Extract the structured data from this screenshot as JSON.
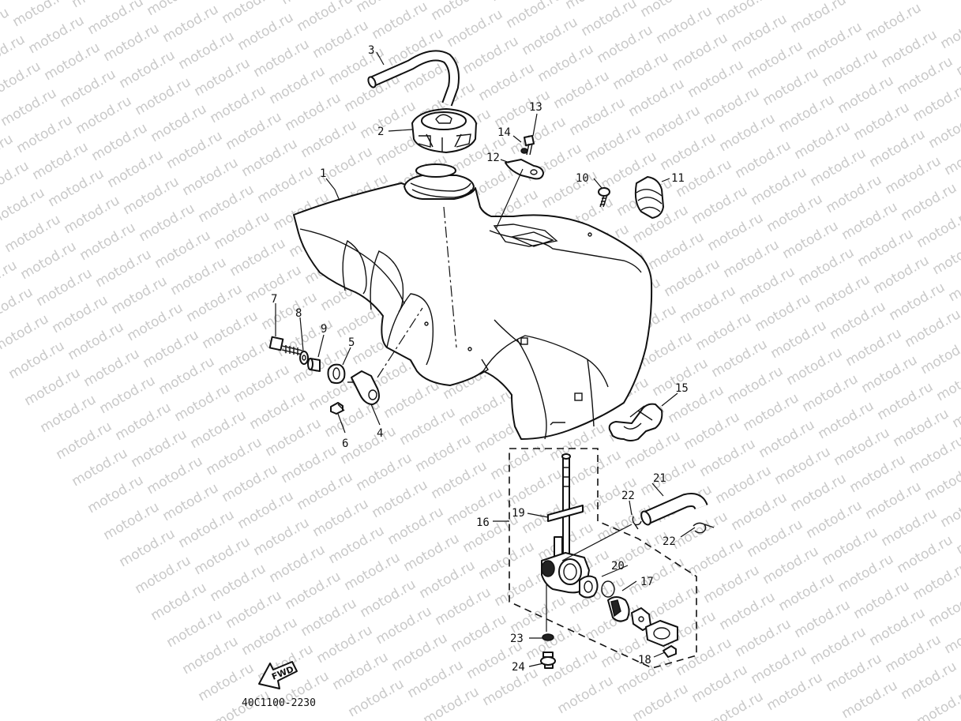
{
  "diagram": {
    "watermark": "motod.ru",
    "drawing_code": "40C1100-2230",
    "fwd_label": "FWD",
    "callouts": [
      {
        "id": "c1",
        "text": "1"
      },
      {
        "id": "c2",
        "text": "2"
      },
      {
        "id": "c3",
        "text": "3"
      },
      {
        "id": "c4",
        "text": "4"
      },
      {
        "id": "c5",
        "text": "5"
      },
      {
        "id": "c6",
        "text": "6"
      },
      {
        "id": "c7",
        "text": "7"
      },
      {
        "id": "c8",
        "text": "8"
      },
      {
        "id": "c9",
        "text": "9"
      },
      {
        "id": "c10",
        "text": "10"
      },
      {
        "id": "c11",
        "text": "11"
      },
      {
        "id": "c12",
        "text": "12"
      },
      {
        "id": "c13",
        "text": "13"
      },
      {
        "id": "c14",
        "text": "14"
      },
      {
        "id": "c15",
        "text": "15"
      },
      {
        "id": "c16",
        "text": "16"
      },
      {
        "id": "c17",
        "text": "17"
      },
      {
        "id": "c18",
        "text": "18"
      },
      {
        "id": "c19",
        "text": "19"
      },
      {
        "id": "c20",
        "text": "20"
      },
      {
        "id": "c21",
        "text": "21"
      },
      {
        "id": "c22a",
        "text": "22"
      },
      {
        "id": "c22b",
        "text": "22"
      },
      {
        "id": "c23",
        "text": "23"
      },
      {
        "id": "c24",
        "text": "24"
      }
    ]
  }
}
